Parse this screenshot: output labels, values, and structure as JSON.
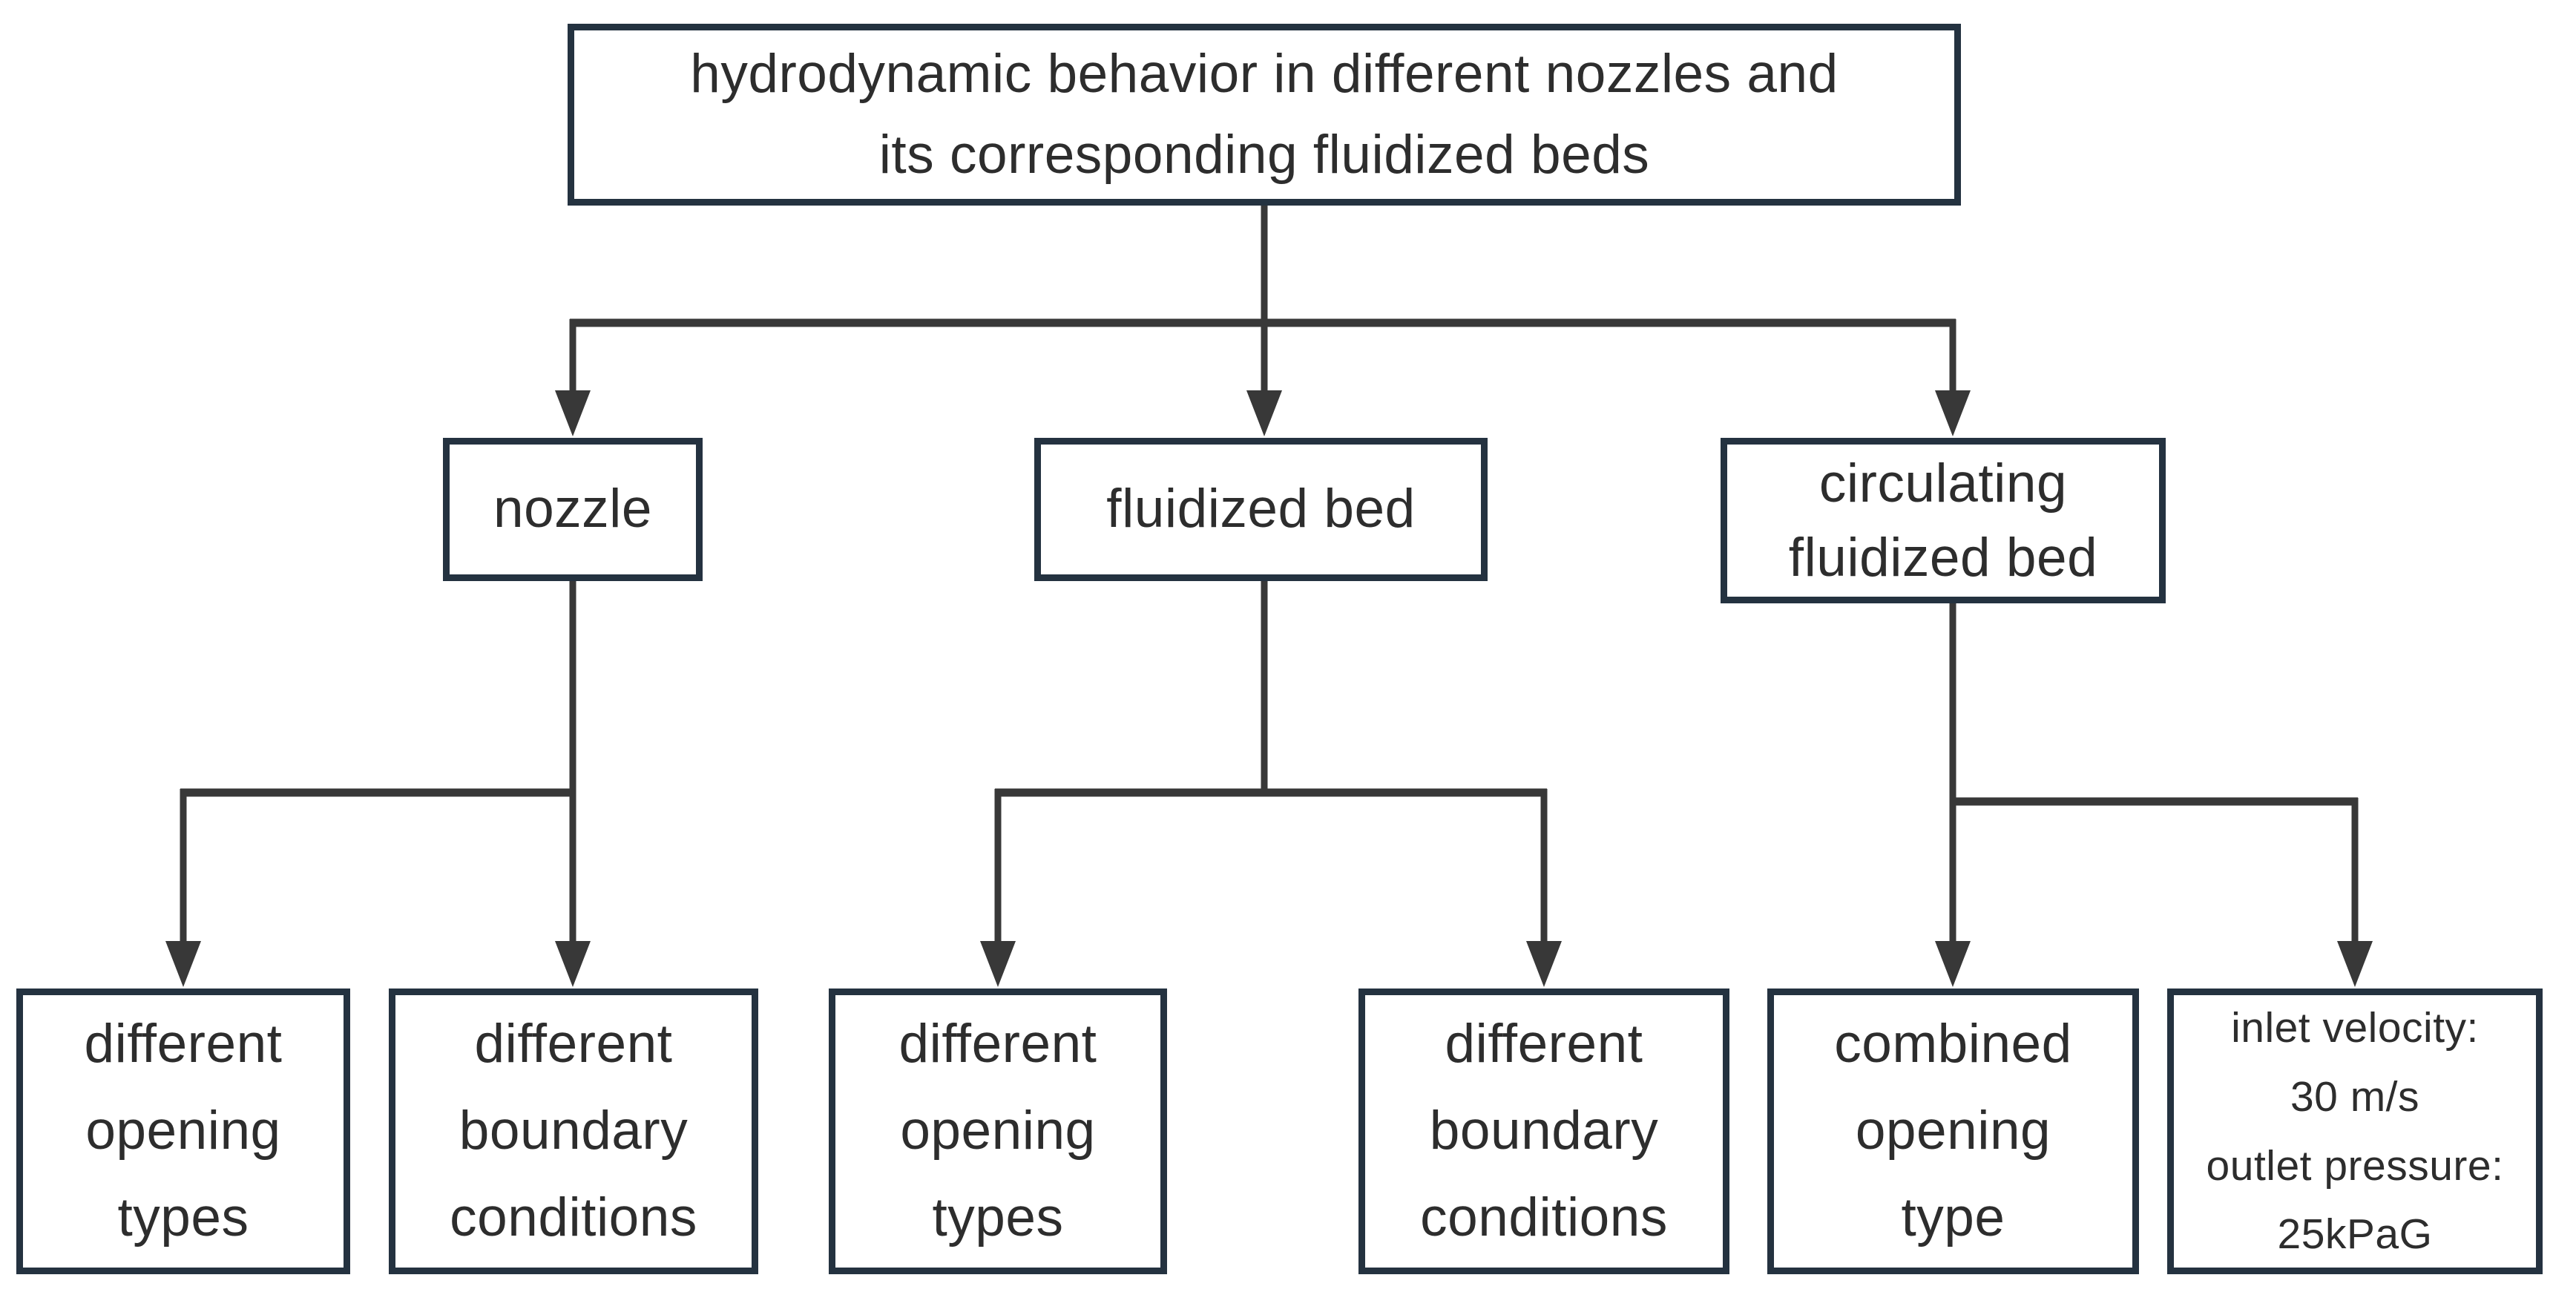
{
  "diagram": {
    "type": "flowchart",
    "orientation": "top-down",
    "nodes": {
      "root": {
        "label": "hydrodynamic behavior in different nozzles and\nits corresponding fluidized beds"
      },
      "nozzle": {
        "label": "nozzle"
      },
      "fluidized_bed": {
        "label": "fluidized bed"
      },
      "circulating_fluidized_bed": {
        "label": "circulating\nfluidized bed"
      },
      "nozzle_opening": {
        "label": "different\nopening\ntypes"
      },
      "nozzle_boundary": {
        "label": "different\nboundary\nconditions"
      },
      "fb_opening": {
        "label": "different\nopening\ntypes"
      },
      "fb_boundary": {
        "label": "different\nboundary\nconditions"
      },
      "cfb_combined": {
        "label": "combined\nopening\ntype"
      },
      "cfb_conditions": {
        "label": "inlet velocity:\n30 m/s\noutlet pressure:\n25kPaG"
      }
    },
    "edges": [
      {
        "from": "root",
        "to": "nozzle"
      },
      {
        "from": "root",
        "to": "fluidized_bed"
      },
      {
        "from": "root",
        "to": "circulating_fluidized_bed"
      },
      {
        "from": "nozzle",
        "to": "nozzle_opening"
      },
      {
        "from": "nozzle",
        "to": "nozzle_boundary"
      },
      {
        "from": "fluidized_bed",
        "to": "fb_opening"
      },
      {
        "from": "fluidized_bed",
        "to": "fb_boundary"
      },
      {
        "from": "circulating_fluidized_bed",
        "to": "cfb_combined"
      },
      {
        "from": "circulating_fluidized_bed",
        "to": "cfb_conditions"
      }
    ],
    "colors": {
      "box_border": "#243240",
      "line": "#383838",
      "text": "#2d2d2d",
      "background": "#ffffff"
    }
  }
}
